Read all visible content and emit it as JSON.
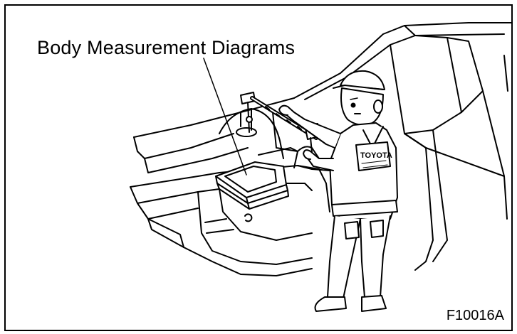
{
  "callout_label": "Body Measurement Diagrams",
  "figure_code": "F10016A",
  "badge_text": "TOYOTA",
  "colors": {
    "line": "#000000",
    "background": "#ffffff"
  },
  "icons": [
    "car-body-shell",
    "technician",
    "tracking-gauge",
    "manual-book"
  ]
}
